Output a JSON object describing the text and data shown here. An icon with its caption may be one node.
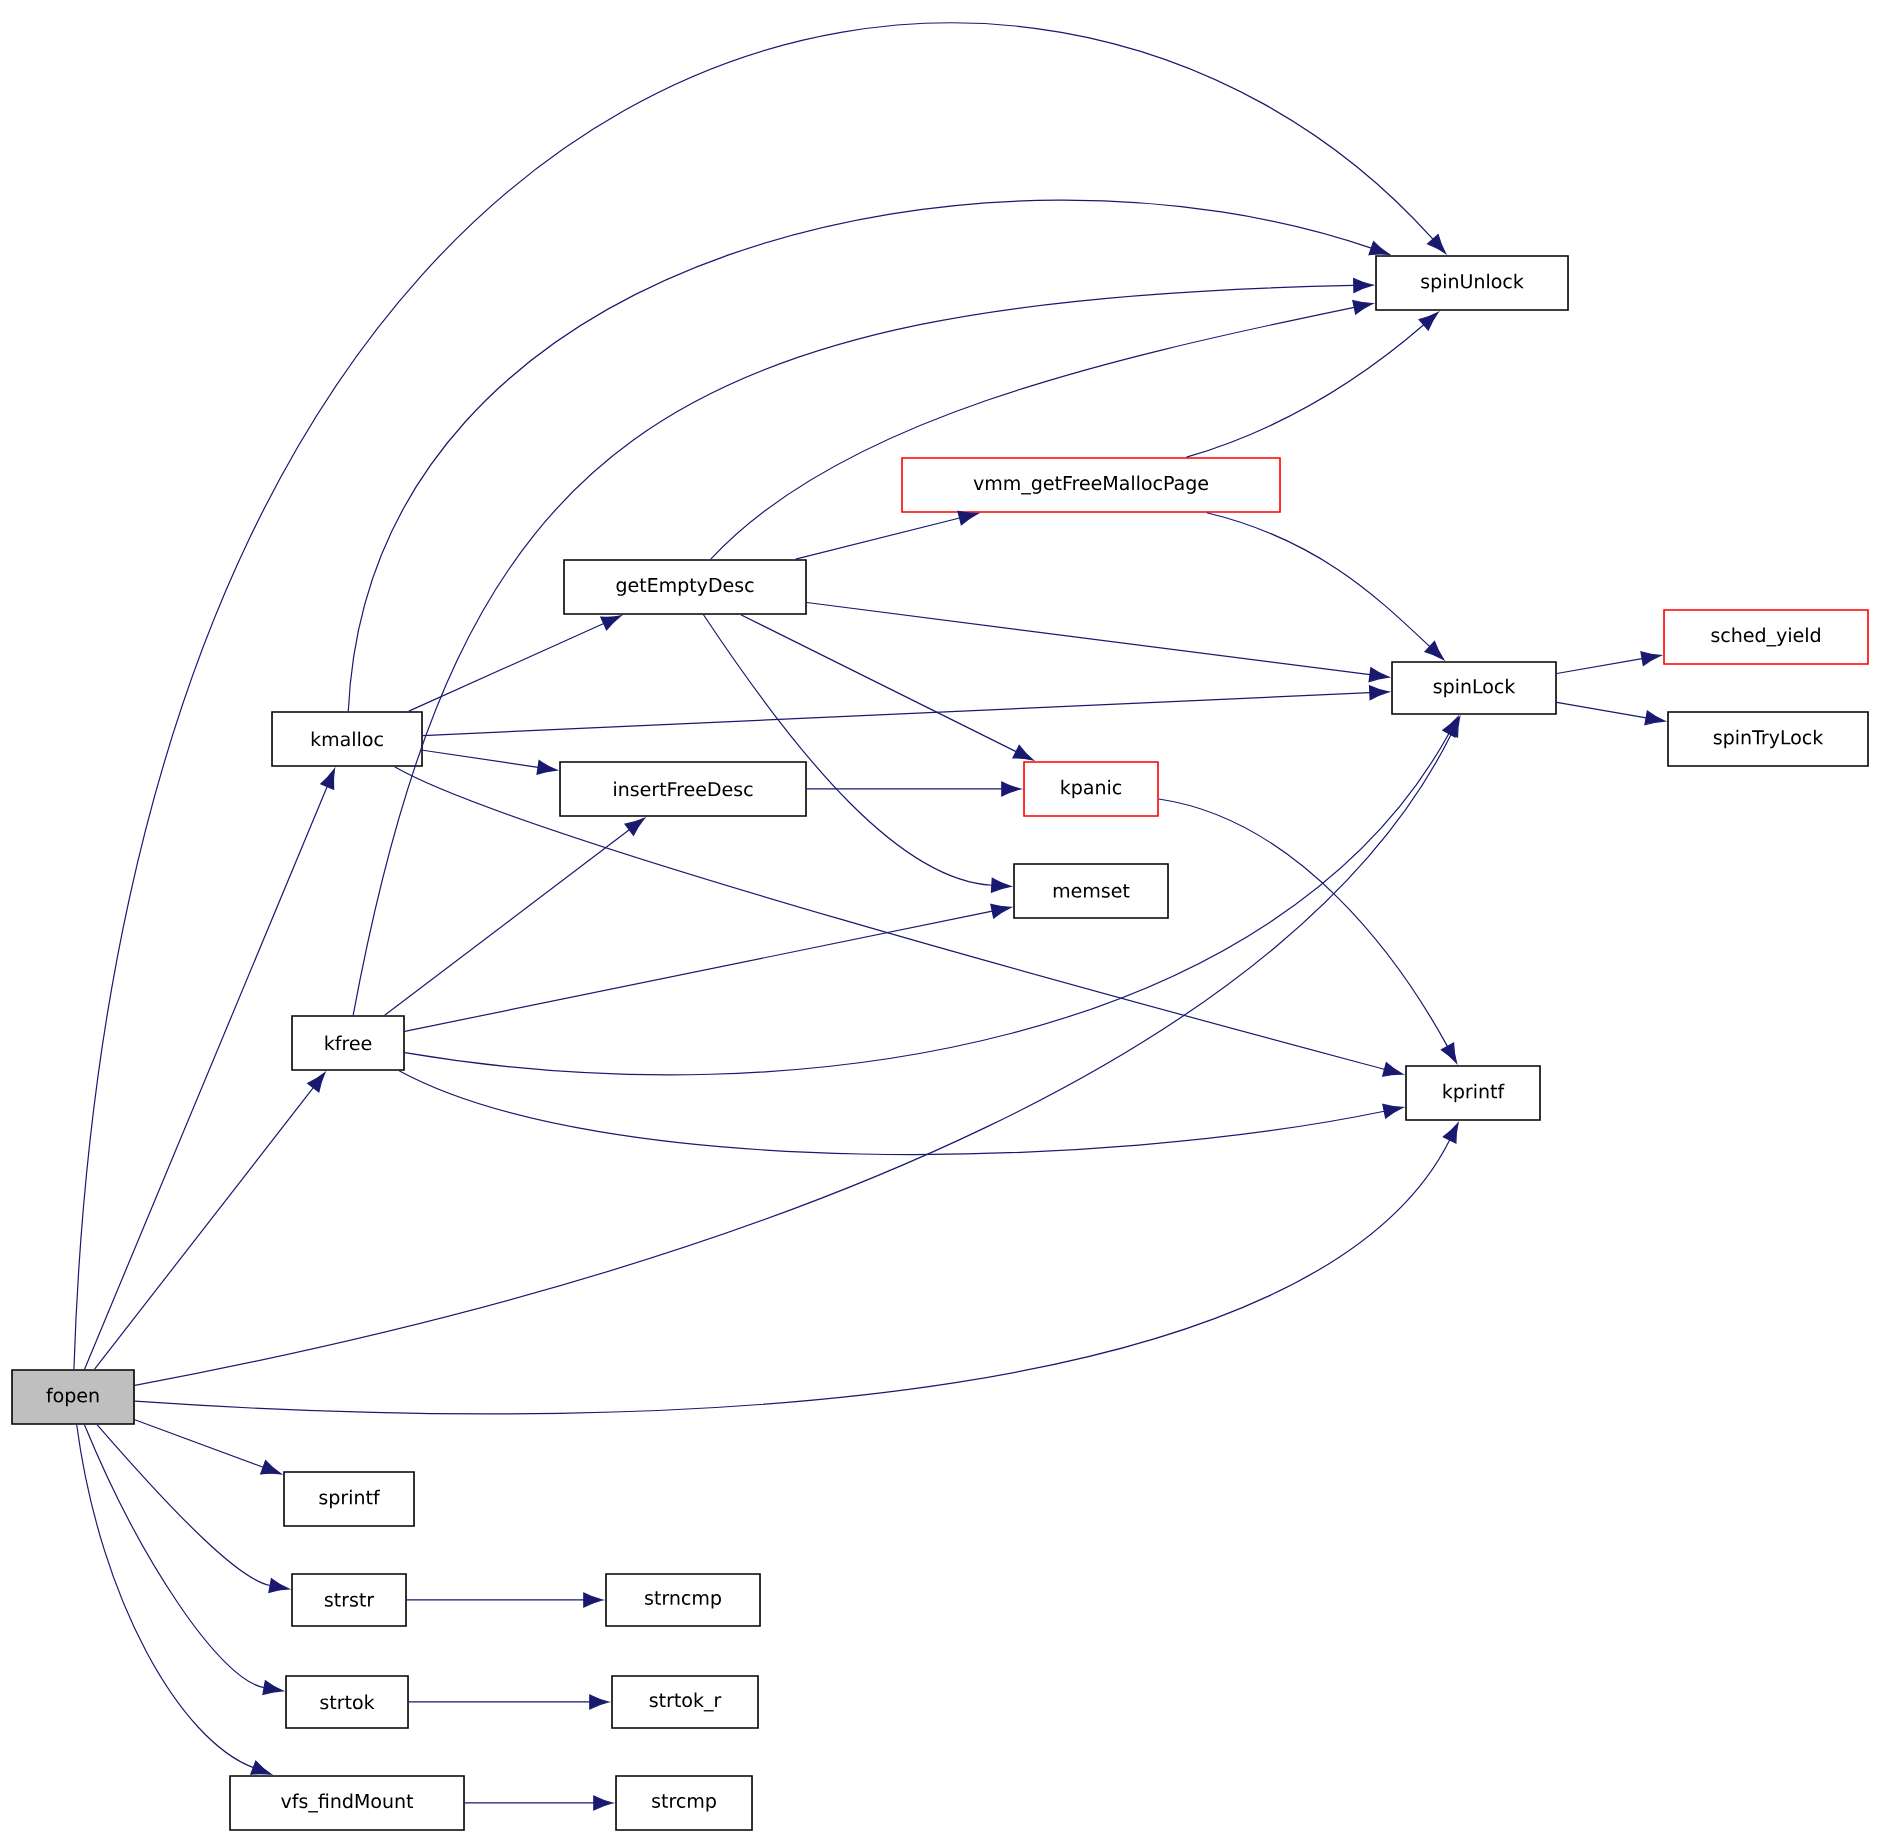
{
  "diagram": {
    "nodes": [
      {
        "text": [
          "fopen"
        ]
      },
      {
        "text": [
          "kmalloc"
        ]
      },
      {
        "text": [
          "kfree"
        ]
      },
      {
        "text": [
          "sprintf"
        ]
      },
      {
        "text": [
          "strstr"
        ]
      },
      {
        "text": [
          "strtok"
        ]
      },
      {
        "text": [
          "vfs_findMount"
        ]
      },
      {
        "text": [
          "getEmptyDesc"
        ]
      },
      {
        "text": [
          "insertFreeDesc"
        ]
      },
      {
        "text": [
          "strncmp"
        ]
      },
      {
        "text": [
          "strtok_r"
        ]
      },
      {
        "text": [
          "strcmp"
        ]
      },
      {
        "text": [
          "vmm_getFreeMallocPage"
        ]
      },
      {
        "text": [
          "kpanic"
        ]
      },
      {
        "text": [
          "memset"
        ]
      },
      {
        "text": [
          "spinUnlock"
        ]
      },
      {
        "text": [
          "spinLock"
        ]
      },
      {
        "text": [
          "kprintf"
        ]
      },
      {
        "text": [
          "sched_yield"
        ]
      },
      {
        "text": [
          "spinTryLock"
        ]
      }
    ],
    "edges": [
      {
        "from": 0,
        "to": 15,
        "arrow": "to"
      },
      {
        "from": 0,
        "to": 1,
        "arrow": "to"
      },
      {
        "from": 0,
        "to": 2,
        "arrow": "to"
      },
      {
        "from": 0,
        "to": 16,
        "arrow": "to"
      },
      {
        "from": 0,
        "to": 17,
        "arrow": "to"
      },
      {
        "from": 0,
        "to": 3,
        "arrow": "to"
      },
      {
        "from": 0,
        "to": 4,
        "arrow": "to"
      },
      {
        "from": 0,
        "to": 5,
        "arrow": "to"
      },
      {
        "from": 0,
        "to": 6,
        "arrow": "to"
      },
      {
        "from": 1,
        "to": 15,
        "arrow": "to"
      },
      {
        "from": 1,
        "to": 7,
        "arrow": "to"
      },
      {
        "from": 1,
        "to": 8,
        "arrow": "to"
      },
      {
        "from": 1,
        "to": 16,
        "arrow": "to"
      },
      {
        "from": 1,
        "to": 17,
        "arrow": "to"
      },
      {
        "from": 2,
        "to": 15,
        "arrow": "to"
      },
      {
        "from": 2,
        "to": 8,
        "arrow": "to"
      },
      {
        "from": 2,
        "to": 14,
        "arrow": "to"
      },
      {
        "from": 2,
        "to": 16,
        "arrow": "to"
      },
      {
        "from": 2,
        "to": 17,
        "arrow": "to"
      },
      {
        "from": 7,
        "to": 15,
        "arrow": "to"
      },
      {
        "from": 7,
        "to": 12,
        "arrow": "to"
      },
      {
        "from": 7,
        "to": 16,
        "arrow": "to"
      },
      {
        "from": 7,
        "to": 13,
        "arrow": "to"
      },
      {
        "from": 7,
        "to": 14,
        "arrow": "to"
      },
      {
        "from": 8,
        "to": 13,
        "arrow": "to"
      },
      {
        "from": 12,
        "to": 15,
        "arrow": "to"
      },
      {
        "from": 12,
        "to": 16,
        "arrow": "to"
      },
      {
        "from": 13,
        "to": 17,
        "arrow": "to"
      },
      {
        "from": 16,
        "to": 18,
        "arrow": "to"
      },
      {
        "from": 16,
        "to": 19,
        "arrow": "to"
      },
      {
        "from": 4,
        "to": 9,
        "arrow": "to"
      },
      {
        "from": 5,
        "to": 10,
        "arrow": "to"
      },
      {
        "from": 6,
        "to": 11,
        "arrow": "to"
      }
    ]
  }
}
